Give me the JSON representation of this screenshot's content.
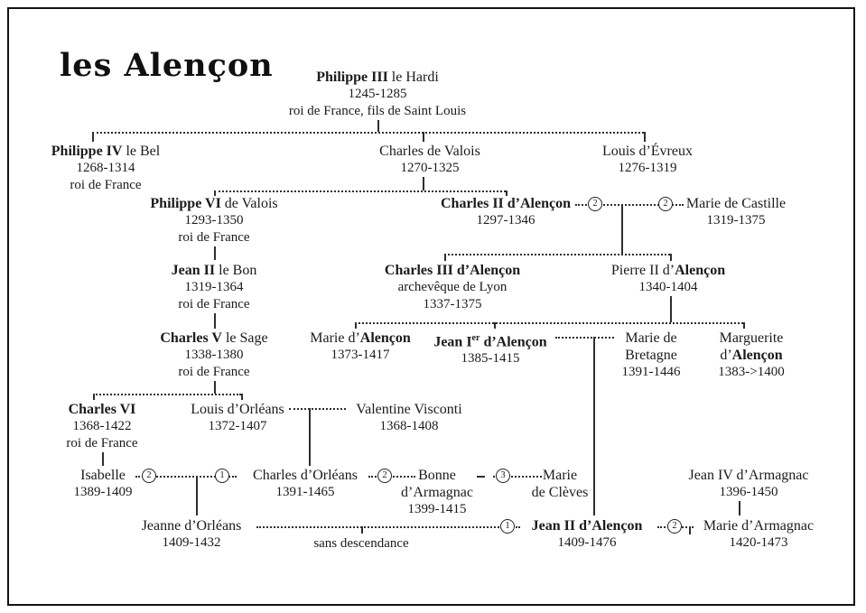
{
  "title": "les Alençon",
  "colors": {
    "text": "#1b1b1b",
    "line": "#2e2e2e",
    "background": "#ffffff"
  },
  "people": {
    "philippe3": {
      "name_bold": "Philippe III",
      "name_post": " le Hardi",
      "dates": "1245-1285",
      "note": "roi de France, fils de Saint Louis"
    },
    "philippe4": {
      "name_bold": "Philippe IV",
      "name_post": " le Bel",
      "dates": "1268-1314",
      "note": "roi de France"
    },
    "charles_valois": {
      "name": "Charles de Valois",
      "dates": "1270-1325"
    },
    "louis_evreux": {
      "name": "Louis d’Évreux",
      "dates": "1276-1319"
    },
    "philippe6": {
      "name_bold": "Philippe VI",
      "name_post": " de Valois",
      "dates": "1293-1350",
      "note": "roi de France"
    },
    "charles2": {
      "name_bold": "Charles II d’Alençon",
      "dates": "1297-1346"
    },
    "marie_castille": {
      "name": "Marie de Castille",
      "dates": "1319-1375"
    },
    "jean2_bon": {
      "name_bold": "Jean II",
      "name_post": " le Bon",
      "dates": "1319-1364",
      "note": "roi de France"
    },
    "charles3": {
      "name_bold": "Charles III d’Alençon",
      "note": "archevêque de Lyon",
      "dates": "1337-1375"
    },
    "pierre2": {
      "name_pre": "Pierre II d’",
      "name_bold": "Alençon",
      "dates": "1340-1404"
    },
    "charles5": {
      "name_bold": "Charles V",
      "name_post": " le Sage",
      "dates": "1338-1380",
      "note": "roi de France"
    },
    "marie_alencon": {
      "name_pre": "Marie d’",
      "name_bold": "Alençon",
      "dates": "1373-1417"
    },
    "jean1": {
      "name_bold": "Jean I",
      "name_sup": "er",
      "name_bold2": " d’Alençon",
      "dates": "1385-1415"
    },
    "marie_bretagne": {
      "line1": "Marie de",
      "line2": "Bretagne",
      "dates": "1391-1446"
    },
    "marguerite": {
      "line1": "Marguerite",
      "line2_pre": "d’",
      "line2_bold": "Alençon",
      "dates": "1383->1400"
    },
    "charles6": {
      "name_bold": "Charles VI",
      "dates": "1368-1422",
      "note": "roi de France"
    },
    "louis_orleans": {
      "name": "Louis d’Orléans",
      "dates": "1372-1407"
    },
    "valentine": {
      "name": "Valentine Visconti",
      "dates": "1368-1408"
    },
    "isabelle": {
      "name": "Isabelle",
      "dates": "1389-1409"
    },
    "charles_orleans": {
      "name": "Charles d’Orléans",
      "dates": "1391-1465"
    },
    "bonne": {
      "line1": "Bonne",
      "line2": "d’Armagnac",
      "dates": "1399-1415"
    },
    "marie_cleves": {
      "line1": "Marie",
      "line2": "de Clèves"
    },
    "jean4": {
      "name": "Jean IV d’Armagnac",
      "dates": "1396-1450"
    },
    "jeanne": {
      "name": "Jeanne d’Orléans",
      "dates": "1409-1432"
    },
    "jean2_alencon": {
      "name_bold": "Jean II d’Alençon",
      "dates": "1409-1476"
    },
    "marie_armagnac": {
      "name": "Marie d’Armagnac",
      "dates": "1420-1473"
    }
  },
  "marriage_marks": {
    "charles2_left": "2",
    "charles2_right": "2",
    "isabelle": "2",
    "charles_orleans_first": "1",
    "charles_orleans_second": "2",
    "charles_orleans_third": "3",
    "jean2_first": "1",
    "jean2_second": "2"
  },
  "labels": {
    "sans_descendance": "sans descendance"
  }
}
